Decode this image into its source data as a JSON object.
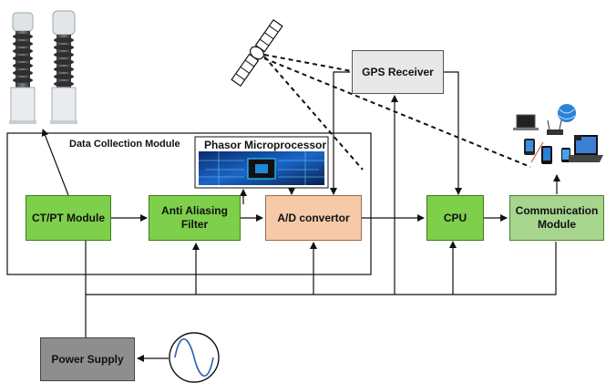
{
  "diagram": {
    "module_title": "Data Collection Module",
    "microprocessor_label": "Phasor Microprocessor",
    "blocks": {
      "ctpt": "CT/PT Module",
      "anti_aliasing": "Anti Aliasing Filter",
      "ad_convertor": "A/D convertor",
      "cpu": "CPU",
      "communication": "Communication Module",
      "gps": "GPS Receiver",
      "power": "Power Supply"
    },
    "colors": {
      "green": "#7ecf4a",
      "light_green": "#a7d58e",
      "peach": "#f6c9a8",
      "gps_grey": "#e8e8e8",
      "power_grey": "#8e8e8e"
    },
    "icons": [
      "instrument-transformer-icon",
      "satellite-icon",
      "network-devices-icon",
      "sine-wave-icon",
      "processor-chip-icon"
    ]
  }
}
